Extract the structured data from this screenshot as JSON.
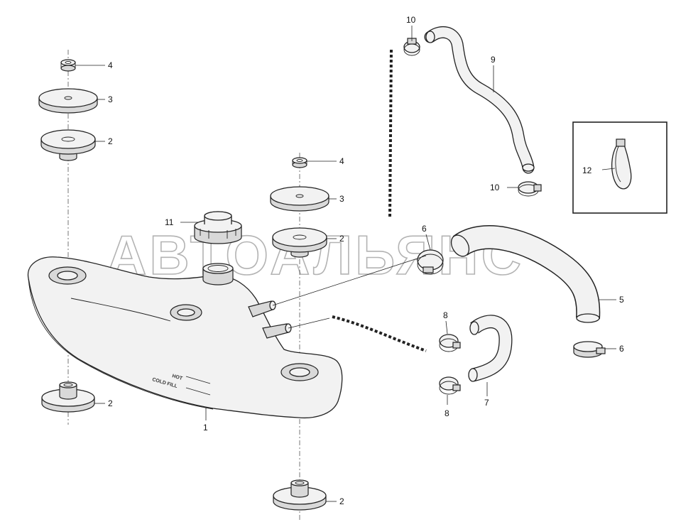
{
  "callouts": [
    {
      "id": "c1",
      "text": "1"
    },
    {
      "id": "c2a",
      "text": "2"
    },
    {
      "id": "c2b",
      "text": "2"
    },
    {
      "id": "c2c",
      "text": "2"
    },
    {
      "id": "c2d",
      "text": "2"
    },
    {
      "id": "c3a",
      "text": "3"
    },
    {
      "id": "c3b",
      "text": "3"
    },
    {
      "id": "c4a",
      "text": "4"
    },
    {
      "id": "c4b",
      "text": "4"
    },
    {
      "id": "c5",
      "text": "5"
    },
    {
      "id": "c6a",
      "text": "6"
    },
    {
      "id": "c6b",
      "text": "6"
    },
    {
      "id": "c7",
      "text": "7"
    },
    {
      "id": "c8a",
      "text": "8"
    },
    {
      "id": "c8b",
      "text": "8"
    },
    {
      "id": "c9",
      "text": "9"
    },
    {
      "id": "c10a",
      "text": "10"
    },
    {
      "id": "c10b",
      "text": "10"
    },
    {
      "id": "c11",
      "text": "11"
    },
    {
      "id": "c12",
      "text": "12"
    }
  ],
  "tank_markings": {
    "hot": "HOT",
    "cold_fill": "COLD FILL"
  },
  "watermark": "АВТОАЛЬЯНС"
}
